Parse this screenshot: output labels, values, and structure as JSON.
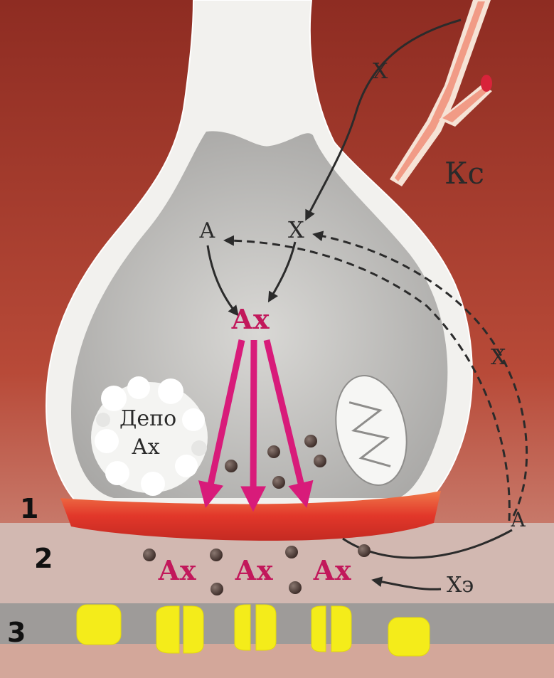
{
  "diagram": {
    "capillary_label": "Кс",
    "depot_label_line1": "Депо",
    "depot_label_line2": "Ах",
    "choline_label": "Х",
    "acetate_label": "А",
    "acetylcholine_label": "Ах",
    "cholinesterase_label": "Хэ",
    "layer_numbers": [
      "1",
      "2",
      "3"
    ]
  },
  "colors": {
    "tissue": "#b5432f",
    "terminal": "#f2f1ee",
    "cytoplasm": "#c9c8c5",
    "membrane": "#e8452e",
    "arrow_ax": "#d81b7a",
    "receptor": "#f4ec1a",
    "cleft": "#d6c1bb"
  }
}
